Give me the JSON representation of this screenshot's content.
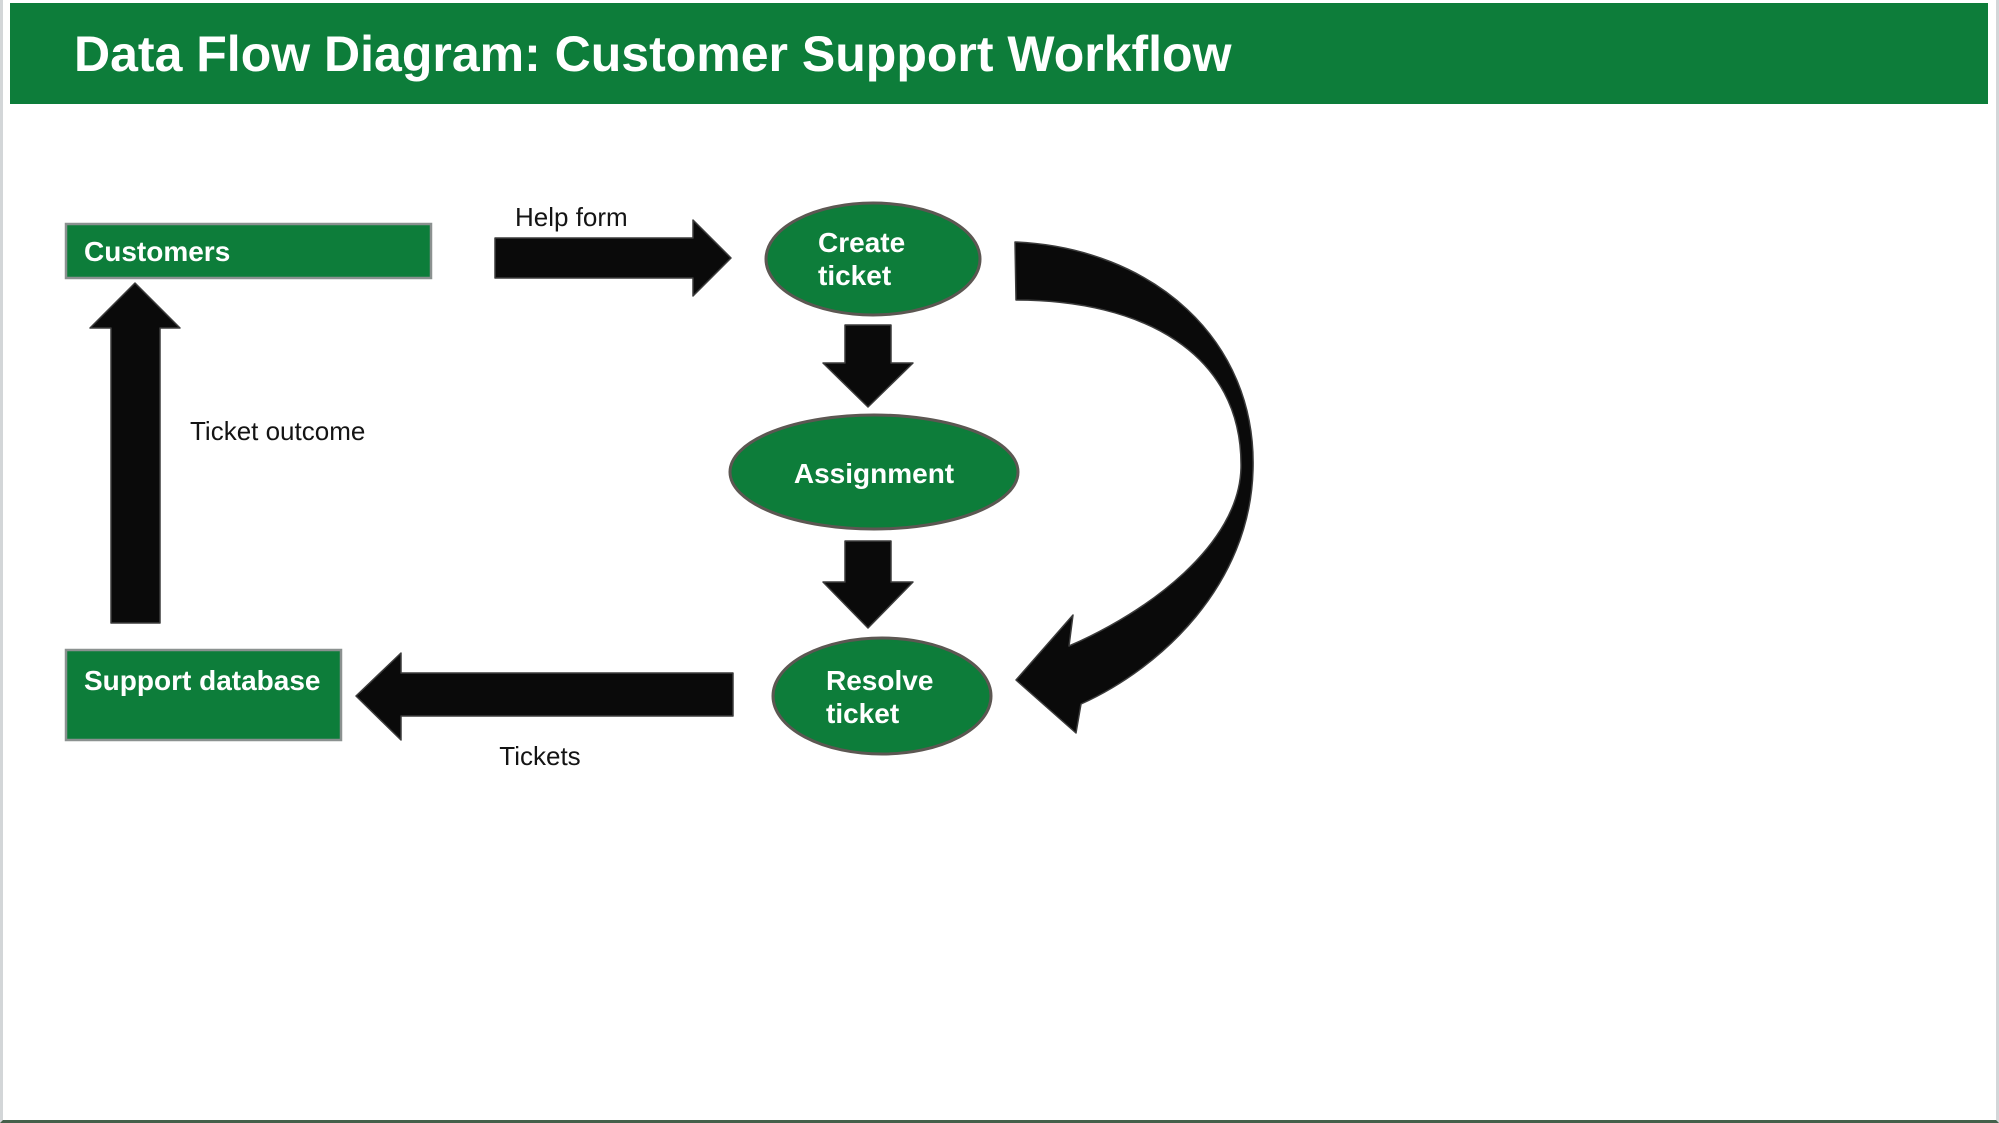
{
  "header": {
    "title": "Data Flow Diagram: Customer Support Workflow"
  },
  "colors": {
    "green": "#0d7d3a",
    "node_border": "#8b9190",
    "ellipse_border": "#5c5752",
    "arrow": "#0a0a0a",
    "node_text": "#ffffff",
    "label_text": "#141414",
    "side_border": "#d3d6d8",
    "bottom_border": "#44604a"
  },
  "diagram": {
    "entities": [
      {
        "label": "Customers"
      },
      {
        "label": "Support database"
      }
    ],
    "processes": [
      {
        "label": "Create ticket",
        "label_lines": [
          "Create",
          "ticket"
        ]
      },
      {
        "label": "Assignment",
        "label_lines": [
          "Assignment"
        ]
      },
      {
        "label": "Resolve ticket",
        "label_lines": [
          "Resolve",
          "ticket"
        ]
      }
    ],
    "flows": [
      {
        "label": "Help form",
        "from": "Customers",
        "to": "Create ticket",
        "shape": "straight-right"
      },
      {
        "label": "",
        "from": "Create ticket",
        "to": "Assignment",
        "shape": "straight-down"
      },
      {
        "label": "",
        "from": "Assignment",
        "to": "Resolve ticket",
        "shape": "straight-down"
      },
      {
        "label": "",
        "from": "Create ticket",
        "to": "Resolve ticket",
        "shape": "curved-right"
      },
      {
        "label": "Tickets",
        "from": "Resolve ticket",
        "to": "Support database",
        "shape": "straight-left"
      },
      {
        "label": "Ticket outcome",
        "from": "Support database",
        "to": "Customers",
        "shape": "straight-up"
      }
    ]
  }
}
